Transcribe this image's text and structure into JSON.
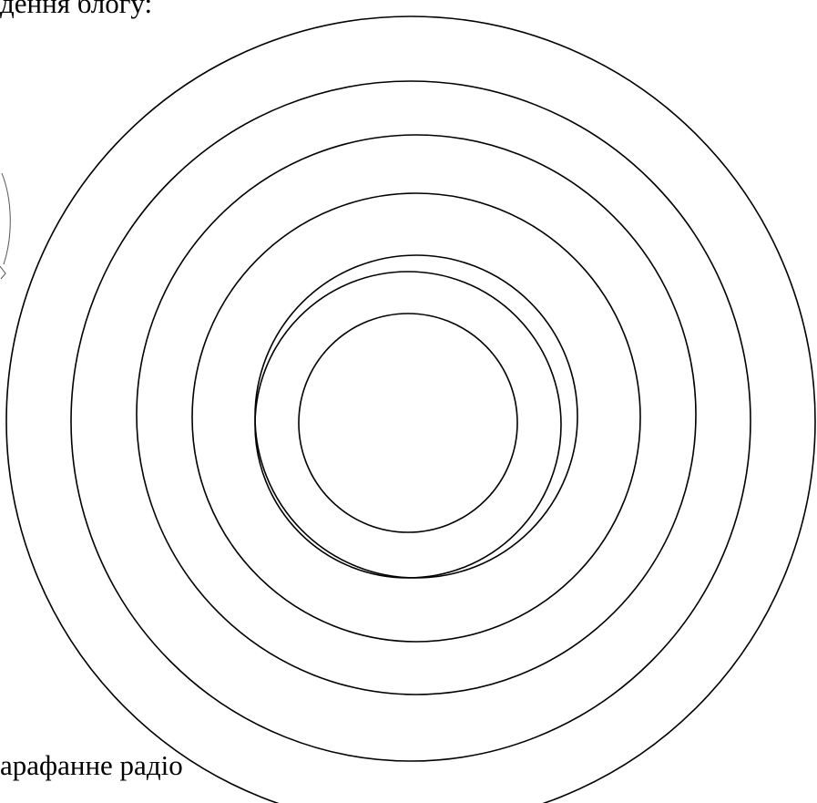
{
  "texts": {
    "top_line": "дення блогу:",
    "bottom_line": "арафанне радіо"
  },
  "diagram": {
    "ring_count": 7,
    "stroke_color": "#000000",
    "background_color": "#ffffff"
  }
}
